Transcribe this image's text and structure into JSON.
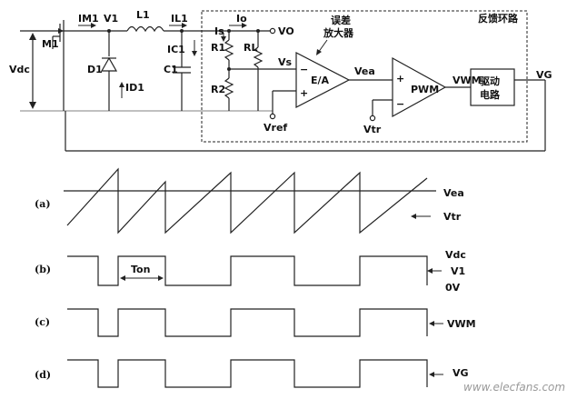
{
  "circuit": {
    "labels": {
      "vdc": "Vdc",
      "m1": "M1",
      "im1": "IM1",
      "v1": "V1",
      "l1": "L1",
      "il1": "IL1",
      "io": "Io",
      "vo": "VO",
      "d1": "D1",
      "id1": "ID1",
      "ic1": "IC1",
      "c1": "C1",
      "is": "Is",
      "r1": "R1",
      "rl": "RL",
      "r2": "R2",
      "vs": "Vs",
      "vref": "Vref",
      "ea": "E/A",
      "vea": "Vea",
      "pwm": "PWM",
      "vtr": "Vtr",
      "vwm": "VWM",
      "vg": "VG",
      "feedback_title": "反馈环路",
      "error_amp_line1": "误差",
      "error_amp_line2": "放大器",
      "driver_line1": "驱动",
      "driver_line2": "电路",
      "plus": "+",
      "minus": "−"
    }
  },
  "waveforms": {
    "rows": [
      {
        "tag": "(a)",
        "labels": [
          "Vea",
          "Vtr"
        ]
      },
      {
        "tag": "(b)",
        "labels": [
          "Vdc",
          "V1",
          "0V"
        ]
      },
      {
        "tag": "(c)",
        "labels": [
          "VWM"
        ]
      },
      {
        "tag": "(d)",
        "labels": [
          "VG"
        ]
      }
    ],
    "ton_label": "Ton"
  },
  "watermark": "www.elecfans.com"
}
